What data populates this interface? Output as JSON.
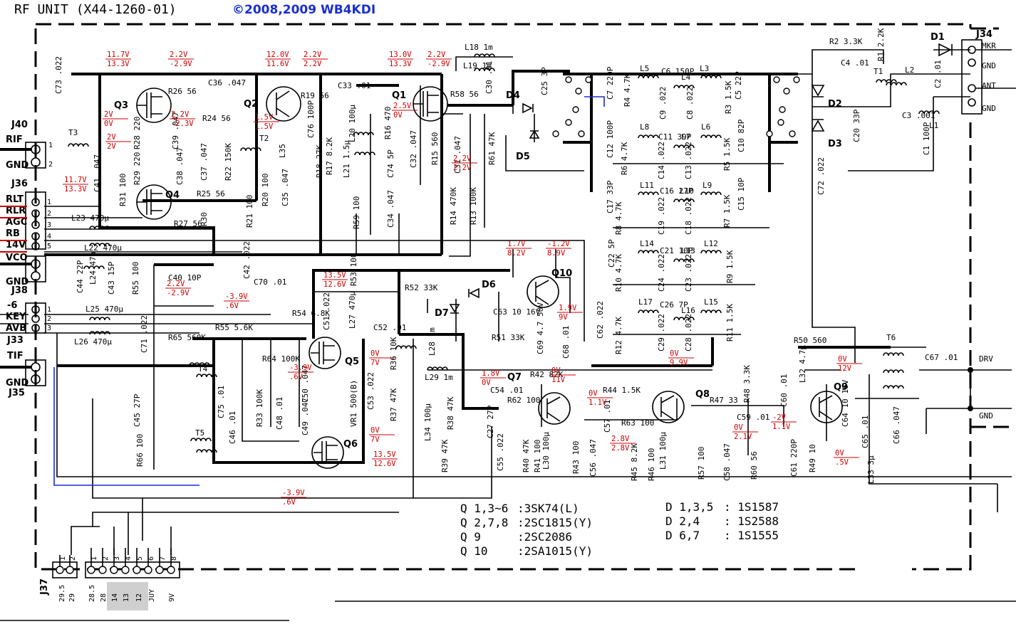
{
  "title": "RF UNIT (X44-1260-01)",
  "copyright": "©2008,2009 WB4KDI",
  "connectors": {
    "j40": {
      "name": "J40",
      "pins": [
        "RIF",
        "GND"
      ]
    },
    "j36": {
      "name": "J36",
      "pins": [
        "RLT",
        "RLR",
        "AGC",
        "RB",
        "14V"
      ]
    },
    "j38": {
      "name": "J38",
      "pins": [
        "VCO",
        "GND"
      ]
    },
    "j33": {
      "name": "J33",
      "pins": [
        "-6",
        "KEY",
        "AVB"
      ]
    },
    "j35": {
      "name": "J35",
      "pins": [
        "TIF",
        "GND"
      ]
    },
    "j34": {
      "name": "J34",
      "pins": [
        "MKR",
        "GND",
        "ANT",
        "GND"
      ]
    },
    "j37": {
      "name": "J37",
      "pins": [
        "1",
        "2",
        "1",
        "2",
        "3",
        "4",
        "5",
        "6",
        "7",
        "8"
      ],
      "bottom": [
        "29.5",
        "29",
        "28.5",
        "28",
        "14",
        "13",
        "12",
        "JUY",
        "9V"
      ]
    },
    "drv": {
      "labels": [
        "DRV",
        "GND"
      ]
    }
  },
  "transistors": [
    "Q1",
    "Q2",
    "Q3",
    "Q4",
    "Q5",
    "Q6",
    "Q7",
    "Q8",
    "Q9",
    "Q10"
  ],
  "diodes": [
    "D1",
    "D2",
    "D3",
    "D4",
    "D5",
    "D6",
    "D7"
  ],
  "components": [
    {
      "id": "c73",
      "text": "C73 .022"
    },
    {
      "id": "r26",
      "text": "R26 56"
    },
    {
      "id": "c36",
      "text": "C36 .047"
    },
    {
      "id": "r19",
      "text": "R19 56"
    },
    {
      "id": "c33",
      "text": "C33 .01"
    },
    {
      "id": "r58",
      "text": "R58 56"
    },
    {
      "id": "l18",
      "text": "L18 1m"
    },
    {
      "id": "l19",
      "text": "L19 1m"
    },
    {
      "id": "c30",
      "text": "C30 .01"
    },
    {
      "id": "c25",
      "text": "C25 3P"
    },
    {
      "id": "r24",
      "text": "R24 56"
    },
    {
      "id": "r28",
      "text": "R28 220"
    },
    {
      "id": "c39",
      "text": "C39 .047"
    },
    {
      "id": "c76",
      "text": "C76 100P"
    },
    {
      "id": "l20",
      "text": "L20 100μ"
    },
    {
      "id": "r16",
      "text": "R16 470"
    },
    {
      "id": "r61",
      "text": "R61 47K"
    },
    {
      "id": "t3",
      "text": "T3"
    },
    {
      "id": "t2",
      "text": "T2"
    },
    {
      "id": "l35",
      "text": "L35"
    },
    {
      "id": "r29",
      "text": "R29 220"
    },
    {
      "id": "c38",
      "text": "C38 .047"
    },
    {
      "id": "c37",
      "text": "C37 .047"
    },
    {
      "id": "r22",
      "text": "R22 150K"
    },
    {
      "id": "r17",
      "text": "R17 8.2K"
    },
    {
      "id": "r18",
      "text": "R18 27K"
    },
    {
      "id": "l21",
      "text": "L21 1.5μ"
    },
    {
      "id": "c74",
      "text": "C74 5P"
    },
    {
      "id": "c32",
      "text": "C32 .047"
    },
    {
      "id": "r15",
      "text": "R15 560"
    },
    {
      "id": "c31",
      "text": "C31 .047"
    },
    {
      "id": "c41",
      "text": "C41 .047"
    },
    {
      "id": "r31",
      "text": "R31 100"
    },
    {
      "id": "r25",
      "text": "R25 56"
    },
    {
      "id": "r20",
      "text": "R20 100"
    },
    {
      "id": "c35",
      "text": "C35 .047"
    },
    {
      "id": "r14",
      "text": "R14 470K"
    },
    {
      "id": "r13",
      "text": "R13 100K"
    },
    {
      "id": "l23",
      "text": "L23 470μ"
    },
    {
      "id": "r27",
      "text": "R27 56"
    },
    {
      "id": "r30",
      "text": "R30"
    },
    {
      "id": "r21",
      "text": "R21 100"
    },
    {
      "id": "r59",
      "text": "R59 100"
    },
    {
      "id": "c34",
      "text": "C34 .047"
    },
    {
      "id": "l22",
      "text": "L22 470μ"
    },
    {
      "id": "l24",
      "text": "L24 47μ"
    },
    {
      "id": "c44",
      "text": "C44 22P"
    },
    {
      "id": "c43",
      "text": "C43 15P"
    },
    {
      "id": "r55b",
      "text": "R55 100"
    },
    {
      "id": "c40",
      "text": "C40 10P"
    },
    {
      "id": "c42",
      "text": "C42 .022"
    },
    {
      "id": "c70",
      "text": "C70 .01"
    },
    {
      "id": "r53",
      "text": "R53 100"
    },
    {
      "id": "r52",
      "text": "R52 33K"
    },
    {
      "id": "l25",
      "text": "L25 470μ"
    },
    {
      "id": "r54",
      "text": "R54 6.8K"
    },
    {
      "id": "c51",
      "text": "C51 .022"
    },
    {
      "id": "l27",
      "text": "L27 470μ"
    },
    {
      "id": "c52",
      "text": "C52 .01"
    },
    {
      "id": "c63",
      "text": "C63 10 16V"
    },
    {
      "id": "r51",
      "text": "R51 33K"
    },
    {
      "id": "c69",
      "text": "C69 4.7 50V"
    },
    {
      "id": "c68",
      "text": "C68 .01"
    },
    {
      "id": "c62",
      "text": "C62 .022"
    },
    {
      "id": "l26",
      "text": "L26 470μ"
    },
    {
      "id": "c71",
      "text": "C71 .022"
    },
    {
      "id": "r55",
      "text": "R55 5.6K"
    },
    {
      "id": "r65",
      "text": "R65 560K"
    },
    {
      "id": "r64",
      "text": "R64 100K"
    },
    {
      "id": "l28",
      "text": "L28 1m"
    },
    {
      "id": "r36",
      "text": "R36 10K"
    },
    {
      "id": "c53",
      "text": "C53 .022"
    },
    {
      "id": "l29",
      "text": "L29 1m"
    },
    {
      "id": "r37",
      "text": "R37 47K"
    },
    {
      "id": "t4",
      "text": "T4"
    },
    {
      "id": "c75",
      "text": "C75 .01"
    },
    {
      "id": "r33",
      "text": "R33 100K"
    },
    {
      "id": "c48",
      "text": "C48 .01"
    },
    {
      "id": "c50",
      "text": "C50 .047"
    },
    {
      "id": "c49",
      "text": "C49 .047"
    },
    {
      "id": "vr1",
      "text": "VR1 500(B)"
    },
    {
      "id": "c45",
      "text": "C45 27P"
    },
    {
      "id": "t5",
      "text": "T5"
    },
    {
      "id": "c46",
      "text": "C46 .01"
    },
    {
      "id": "r66",
      "text": "R66 100"
    },
    {
      "id": "c54",
      "text": "C54 .01"
    },
    {
      "id": "r42",
      "text": "R42 82K"
    },
    {
      "id": "r62",
      "text": "R62 100"
    },
    {
      "id": "l34",
      "text": "L34 100μ"
    },
    {
      "id": "r38",
      "text": "R38 47K"
    },
    {
      "id": "r39",
      "text": "R39 47K"
    },
    {
      "id": "c27",
      "text": "C27 27P"
    },
    {
      "id": "c55",
      "text": "C55 .022"
    },
    {
      "id": "r40",
      "text": "R40 47K"
    },
    {
      "id": "r41",
      "text": "R41 100"
    },
    {
      "id": "l30",
      "text": "L30 100μ"
    },
    {
      "id": "r43",
      "text": "R43 100"
    },
    {
      "id": "c56",
      "text": "C56 .047"
    },
    {
      "id": "c57",
      "text": "C57 .01"
    },
    {
      "id": "r44",
      "text": "R44 1.5K"
    },
    {
      "id": "r63",
      "text": "R63 100"
    },
    {
      "id": "r45",
      "text": "R45 8.2K"
    },
    {
      "id": "r46",
      "text": "R46 100"
    },
    {
      "id": "l31",
      "text": "L31 100μ"
    },
    {
      "id": "r57",
      "text": "R57 100"
    },
    {
      "id": "c58",
      "text": "C58 .047"
    },
    {
      "id": "r47",
      "text": "R47 33"
    },
    {
      "id": "r48",
      "text": "R48 3.3K"
    },
    {
      "id": "c59",
      "text": "C59 .01"
    },
    {
      "id": "r60",
      "text": "R60 56"
    },
    {
      "id": "c60",
      "text": "C60 .01"
    },
    {
      "id": "l32",
      "text": "L32 4.7μ"
    },
    {
      "id": "r50",
      "text": "R50 560"
    },
    {
      "id": "t6",
      "text": "T6"
    },
    {
      "id": "c67",
      "text": "C67 .01"
    },
    {
      "id": "c61",
      "text": "C61 220P"
    },
    {
      "id": "r49",
      "text": "R49 10"
    },
    {
      "id": "c64",
      "text": "C64 10 16V"
    },
    {
      "id": "c65",
      "text": "C65 .01"
    },
    {
      "id": "c66",
      "text": "C66 .047"
    },
    {
      "id": "l33",
      "text": "L33 3μ"
    },
    {
      "id": "r2",
      "text": "R2 3.3K"
    },
    {
      "id": "r1",
      "text": "R1 2.2K"
    },
    {
      "id": "c4",
      "text": "C4 .01"
    },
    {
      "id": "t1",
      "text": "T1"
    },
    {
      "id": "c2",
      "text": "C2 .01"
    },
    {
      "id": "l2",
      "text": "L2"
    },
    {
      "id": "c3",
      "text": "C3 .001"
    },
    {
      "id": "l1",
      "text": "L1"
    },
    {
      "id": "c1",
      "text": "C1 100P"
    },
    {
      "id": "c20",
      "text": "C20 33P"
    },
    {
      "id": "c72",
      "text": "C72 .022"
    },
    {
      "id": "c7",
      "text": "C7 220P"
    },
    {
      "id": "r4",
      "text": "R4 4.7K"
    },
    {
      "id": "c6",
      "text": "C6 150P"
    },
    {
      "id": "l5",
      "text": "L5"
    },
    {
      "id": "l4",
      "text": "L4"
    },
    {
      "id": "l3",
      "text": "L3"
    },
    {
      "id": "c5",
      "text": "C5 22P"
    },
    {
      "id": "c9",
      "text": "C9 .022"
    },
    {
      "id": "c8",
      "text": "C8 .022"
    },
    {
      "id": "r3",
      "text": "R3 1.5K"
    },
    {
      "id": "c12",
      "text": "C12 100P"
    },
    {
      "id": "r6",
      "text": "R6 4.7K"
    },
    {
      "id": "l8",
      "text": "L8"
    },
    {
      "id": "c11",
      "text": "C11 39P"
    },
    {
      "id": "l7",
      "text": "L7"
    },
    {
      "id": "l6",
      "text": "L6"
    },
    {
      "id": "c10",
      "text": "C10 82P"
    },
    {
      "id": "c14",
      "text": "C14 .022"
    },
    {
      "id": "c13",
      "text": "C13 .022"
    },
    {
      "id": "r5",
      "text": "R5 1.5K"
    },
    {
      "id": "c17",
      "text": "C17 33P"
    },
    {
      "id": "r8",
      "text": "R8 4.7K"
    },
    {
      "id": "l11",
      "text": "L11"
    },
    {
      "id": "c16",
      "text": "C16 27P"
    },
    {
      "id": "l10",
      "text": "L10"
    },
    {
      "id": "l9",
      "text": "L9"
    },
    {
      "id": "c15",
      "text": "C15 10P"
    },
    {
      "id": "c19",
      "text": "C19 .022"
    },
    {
      "id": "c18",
      "text": "C18 .022"
    },
    {
      "id": "r7",
      "text": "R7 1.5K"
    },
    {
      "id": "c22",
      "text": "C22 5P"
    },
    {
      "id": "r10",
      "text": "R10 4.7K"
    },
    {
      "id": "l14",
      "text": "L14"
    },
    {
      "id": "c21",
      "text": "C21 10P"
    },
    {
      "id": "l13",
      "text": "L13"
    },
    {
      "id": "l12",
      "text": "L12"
    },
    {
      "id": "r9",
      "text": "R9 1.5K"
    },
    {
      "id": "c24",
      "text": "C24 .022"
    },
    {
      "id": "c23",
      "text": "C23 .022"
    },
    {
      "id": "r12",
      "text": "R12 4.7K"
    },
    {
      "id": "l17",
      "text": "L17"
    },
    {
      "id": "c26",
      "text": "C26 7P"
    },
    {
      "id": "l16",
      "text": "L16"
    },
    {
      "id": "l15",
      "text": "L15"
    },
    {
      "id": "r11",
      "text": "R11 1.5K"
    },
    {
      "id": "c29",
      "text": "C29 .022"
    },
    {
      "id": "c28",
      "text": "C28 .022"
    }
  ],
  "voltages": {
    "q3_top": [
      "11.7V",
      "13.3V"
    ],
    "q3_r": [
      "2.2V",
      "-2.9V"
    ],
    "q2": [
      "12.0V",
      "11.6V"
    ],
    "q2_r": [
      "2.2V",
      "2.2V"
    ],
    "q1": [
      "13.0V",
      "13.3V"
    ],
    "q1_r": [
      "2.2V",
      "-2.9V"
    ],
    "q1_g": [
      "2.5V",
      "0V"
    ],
    "q3_g1": [
      "2V",
      "0V"
    ],
    "q3_g2": [
      "2.2V",
      "-2.3V"
    ],
    "q3_s": [
      "2V",
      "2V"
    ],
    "q2_b": [
      "1.5V",
      "1.5V"
    ],
    "r14": [
      "2.2V",
      "2.2V"
    ],
    "q4": [
      "11.7V",
      "13.3V"
    ],
    "q4_g": [
      "2.2V",
      "-2.9V"
    ],
    "q10_l": [
      "1.7V",
      "8.2V"
    ],
    "q10_r": [
      "-1.2V",
      "8.9V"
    ],
    "q10_c": [
      "1.9V",
      "9V"
    ],
    "q5_top": [
      "13.5V",
      "12.6V"
    ],
    "r54": [
      "-3.9V",
      ".6V"
    ],
    "q5_g": [
      "-3.9V",
      ".6V"
    ],
    "q5_d": [
      "0V",
      "7V"
    ],
    "q6_d": [
      "0V",
      "7V"
    ],
    "q6_s": [
      "13.5V",
      "12.6V"
    ],
    "q6_g": [
      "-3.9V",
      ".6V"
    ],
    "q7_l": [
      "1.8V",
      "0V"
    ],
    "q7_r": [
      "0V",
      "11V"
    ],
    "q8_l": [
      "0V",
      "1.1V"
    ],
    "q8_e": [
      "2.8V",
      "2.8V"
    ],
    "q8_r": [
      "0V",
      "2.1V"
    ],
    "q8_c": [
      "0V",
      "9.9V"
    ],
    "q9_l": [
      "-2V",
      "1.1V"
    ],
    "q9_c": [
      "0V",
      "12V"
    ],
    "q9_e": [
      "0V",
      ".5V"
    ]
  },
  "legend": {
    "transistors": [
      {
        "ref": "Q 1,3~6",
        "type": "3SK74(L)"
      },
      {
        "ref": "Q 2,7,8",
        "type": "2SC1815(Y)"
      },
      {
        "ref": "Q 9",
        "type": "2SC2086"
      },
      {
        "ref": "Q 10",
        "type": "2SA1015(Y)"
      }
    ],
    "diodes": [
      {
        "ref": "D 1,3,5",
        "type": "1S1587"
      },
      {
        "ref": "D 2,4",
        "type": "1S2588"
      },
      {
        "ref": "D 6,7",
        "type": "1S1555"
      }
    ]
  }
}
